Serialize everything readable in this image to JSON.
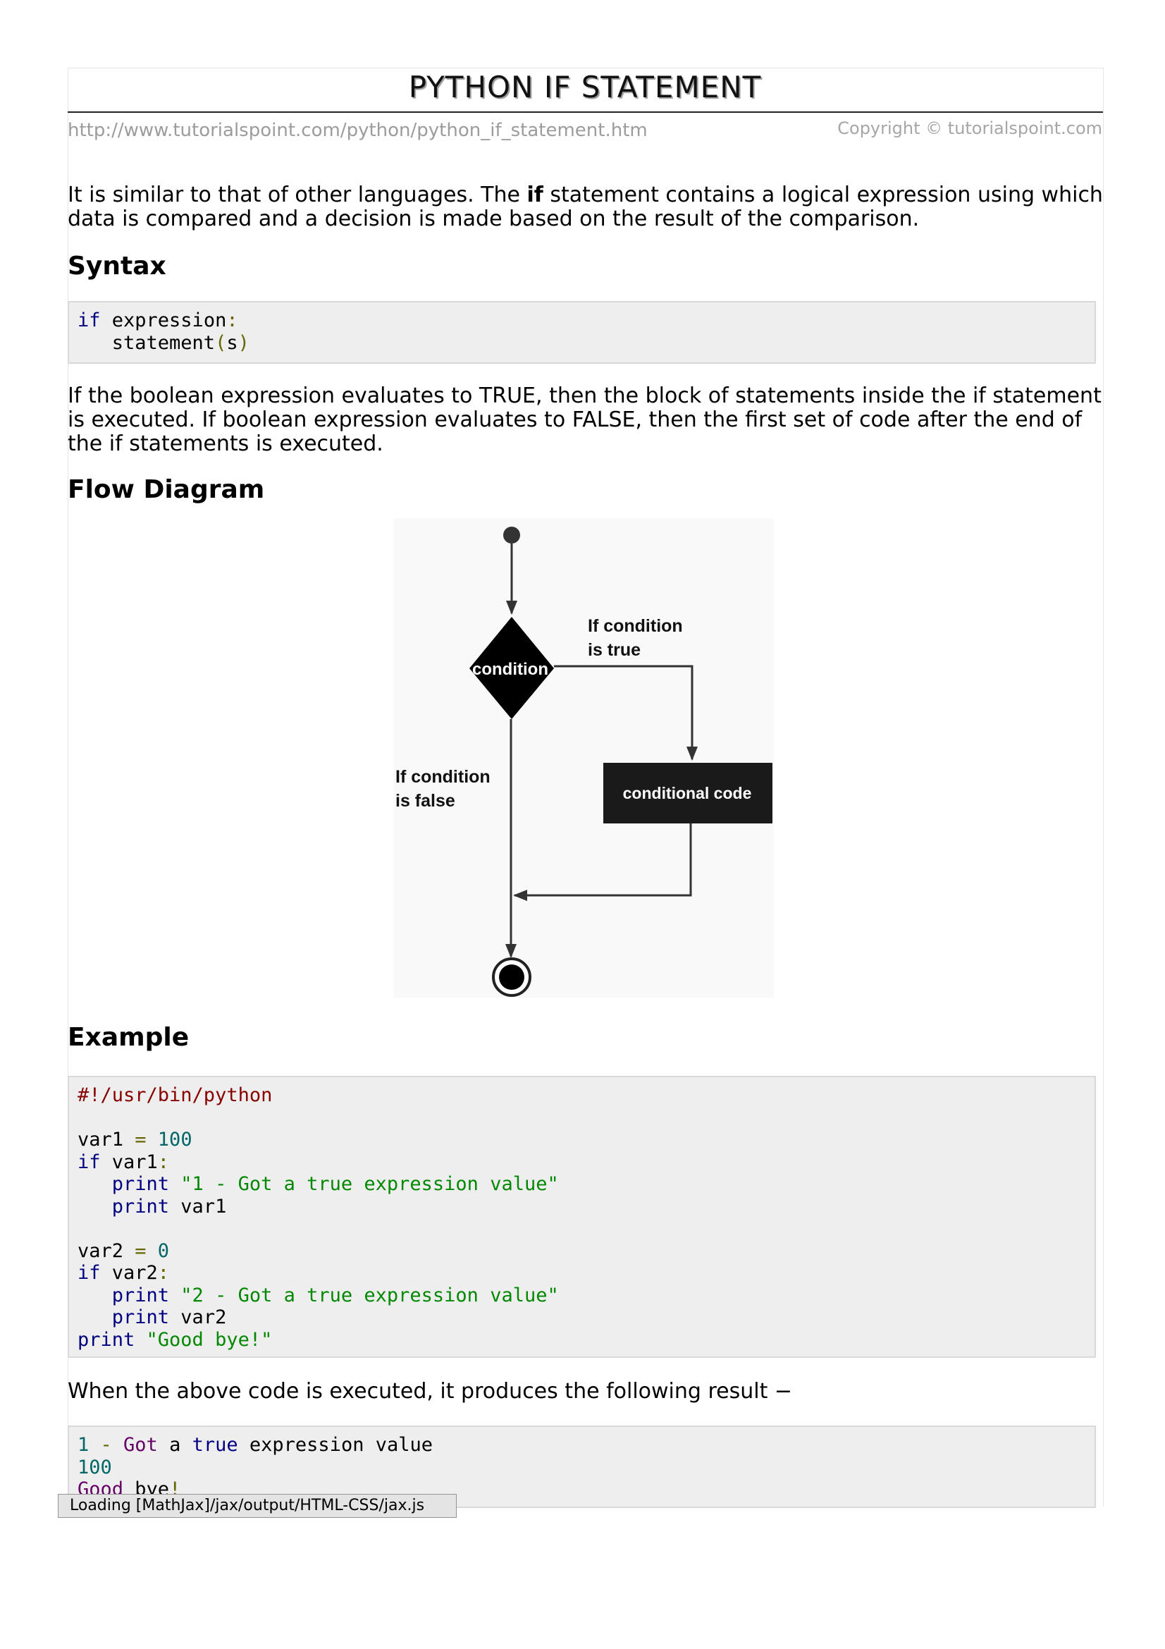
{
  "page": {
    "title": "PYTHON IF STATEMENT",
    "url": "http://www.tutorialspoint.com/python/python_if_statement.htm",
    "copyright": "Copyright © tutorialspoint.com"
  },
  "intro": {
    "before": "It is similar to that of other languages. The ",
    "bold": "if",
    "after": " statement contains a logical expression using which data is compared and a decision is made based on the result of the comparison."
  },
  "headings": {
    "syntax": "Syntax",
    "flow": "Flow Diagram",
    "example": "Example"
  },
  "syntax_code": [
    [
      {
        "t": "if",
        "c": "kw"
      },
      {
        "t": " expression",
        "c": "pln"
      },
      {
        "t": ":",
        "c": "pun"
      }
    ],
    [
      {
        "t": "   statement",
        "c": "pln"
      },
      {
        "t": "(",
        "c": "pun"
      },
      {
        "t": "s",
        "c": "pln"
      },
      {
        "t": ")",
        "c": "pun"
      }
    ]
  ],
  "explanation": "If the boolean expression evaluates to TRUE, then the block of statements inside the if statement is executed. If boolean expression evaluates to FALSE, then the first set of code after the end of the if statements is executed.",
  "diagram": {
    "decision": "condition",
    "true_label": [
      "If condition",
      "is true"
    ],
    "false_label": [
      "If condition",
      "is false"
    ],
    "action": "conditional code"
  },
  "example_code": [
    [
      {
        "t": "#!/usr/bin/python",
        "c": "com"
      }
    ],
    [],
    [
      {
        "t": "var1 ",
        "c": "pln"
      },
      {
        "t": "=",
        "c": "pun"
      },
      {
        "t": " 100",
        "c": "num"
      }
    ],
    [
      {
        "t": "if",
        "c": "kw"
      },
      {
        "t": " var1",
        "c": "pln"
      },
      {
        "t": ":",
        "c": "pun"
      }
    ],
    [
      {
        "t": "   print",
        "c": "kw"
      },
      {
        "t": " \"1 - Got a true expression value\"",
        "c": "str"
      }
    ],
    [
      {
        "t": "   print",
        "c": "kw"
      },
      {
        "t": " var1",
        "c": "pln"
      }
    ],
    [],
    [
      {
        "t": "var2 ",
        "c": "pln"
      },
      {
        "t": "=",
        "c": "pun"
      },
      {
        "t": " 0",
        "c": "num"
      }
    ],
    [
      {
        "t": "if",
        "c": "kw"
      },
      {
        "t": " var2",
        "c": "pln"
      },
      {
        "t": ":",
        "c": "pun"
      }
    ],
    [
      {
        "t": "   print",
        "c": "kw"
      },
      {
        "t": " \"2 - Got a true expression value\"",
        "c": "str"
      }
    ],
    [
      {
        "t": "   print",
        "c": "kw"
      },
      {
        "t": " var2",
        "c": "pln"
      }
    ],
    [
      {
        "t": "print",
        "c": "kw"
      },
      {
        "t": " \"Good bye!\"",
        "c": "str"
      }
    ]
  ],
  "result_intro": "When the above code is executed, it produces the following result −",
  "output_code": [
    [
      {
        "t": "1",
        "c": "num"
      },
      {
        "t": " - ",
        "c": "pun"
      },
      {
        "t": "Got",
        "c": "typ"
      },
      {
        "t": " a ",
        "c": "pln"
      },
      {
        "t": "true",
        "c": "kw"
      },
      {
        "t": " expression value",
        "c": "pln"
      }
    ],
    [
      {
        "t": "100",
        "c": "num"
      }
    ],
    [
      {
        "t": "Good",
        "c": "typ"
      },
      {
        "t": " bye",
        "c": "pln"
      },
      {
        "t": "!",
        "c": "pun"
      }
    ]
  ],
  "status": {
    "mathjax": "Loading [MathJax]/jax/output/HTML-CSS/jax.js"
  }
}
